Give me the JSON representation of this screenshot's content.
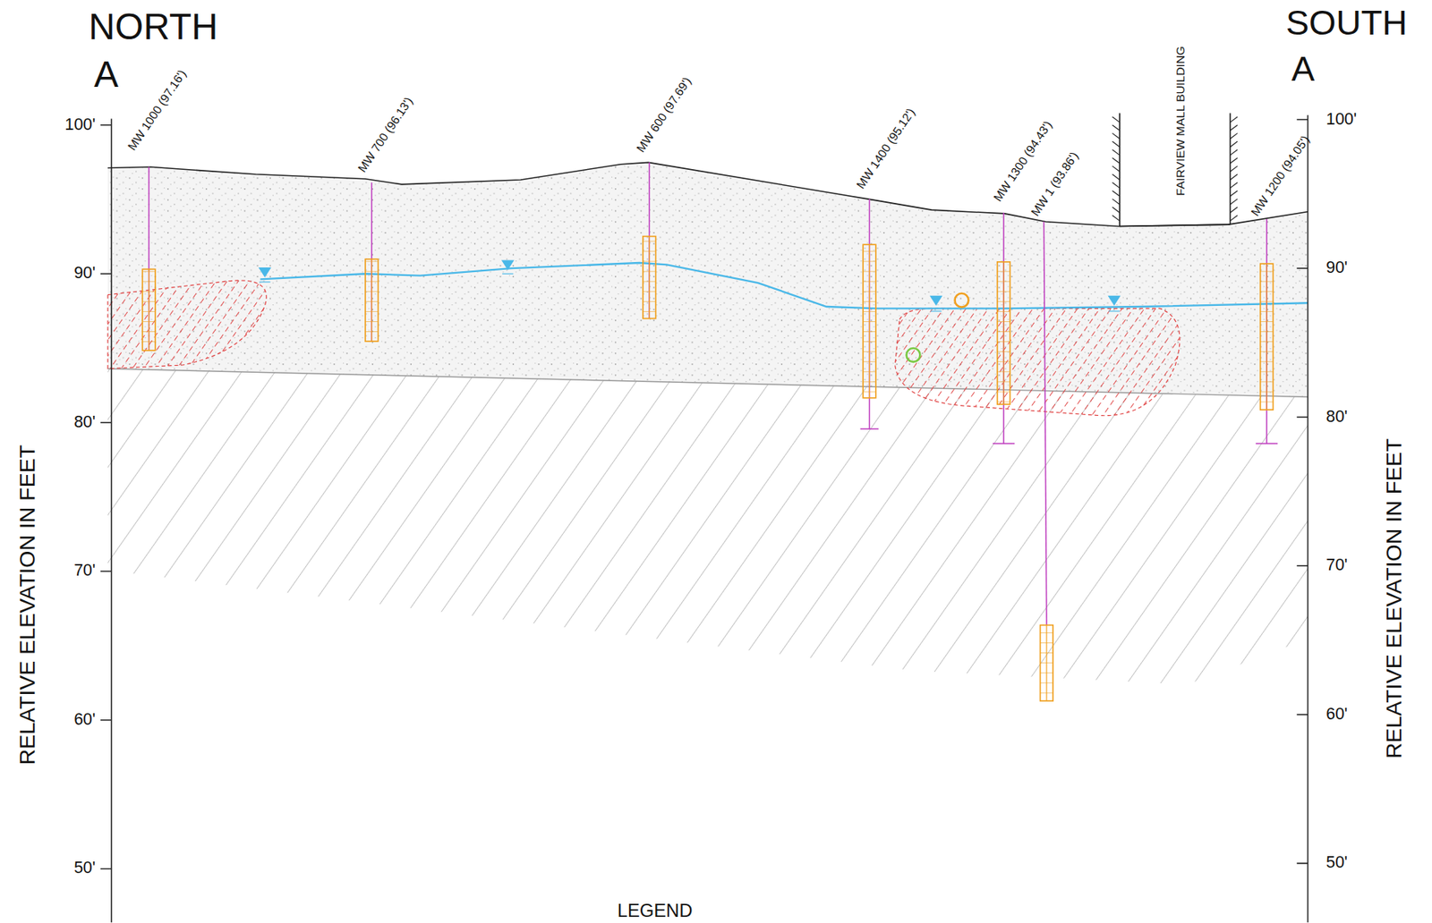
{
  "diagram": {
    "labels": [
      "NORTH",
      "A",
      "SOUTH",
      "A",
      "MW 1000 (97.16')",
      "MW 700 (96.13')",
      "MW 600 (97.69')",
      "MW 1400 (95.12')",
      "MW 1300 (94.43')",
      "MW 1 (93.86')",
      "MW 1200 (94.05')",
      "FAIRVIEW MALL BUILDING",
      "100'",
      "90'",
      "80'",
      "70'",
      "60'",
      "50'",
      "100'",
      "90'",
      "80'",
      "70'",
      "60'",
      "50'",
      "RELATIVE ELEVATION IN FEET",
      "RELATIVE ELEVATION IN FEET",
      "LEGEND"
    ]
  }
}
